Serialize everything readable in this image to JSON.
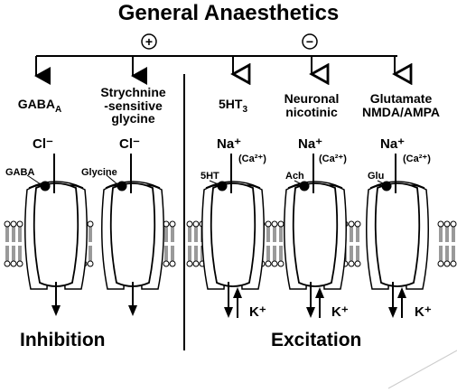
{
  "title": "General Anaesthetics",
  "signs": {
    "positive": "+",
    "negative": "−"
  },
  "receptors": [
    {
      "name": "GABA",
      "name_sub": "A",
      "ion": "Cl⁻",
      "ion_extra": "",
      "ligand": "GABA",
      "counter_ion": ""
    },
    {
      "name": "Strychnine -sensitive glycine",
      "name_lines": [
        "Strychnine",
        "-sensitive",
        "glycine"
      ],
      "ion": "Cl⁻",
      "ion_extra": "",
      "ligand": "Glycine",
      "counter_ion": ""
    },
    {
      "name": "5HT",
      "name_sub": "3",
      "ion": "Na⁺",
      "ion_extra": "(Ca²⁺)",
      "ligand": "5HT",
      "counter_ion": "K⁺"
    },
    {
      "name_lines": [
        "Neuronal",
        "nicotinic"
      ],
      "ion": "Na⁺",
      "ion_extra": "(Ca²⁺)",
      "ligand": "Ach",
      "counter_ion": "K⁺"
    },
    {
      "name_lines": [
        "Glutamate",
        "NMDA/AMPA"
      ],
      "ion": "Na⁺",
      "ion_extra": "(Ca²⁺)",
      "ligand": "Glu",
      "counter_ion": "K⁺"
    }
  ],
  "outcomes": {
    "left": "Inhibition",
    "right": "Excitation"
  }
}
